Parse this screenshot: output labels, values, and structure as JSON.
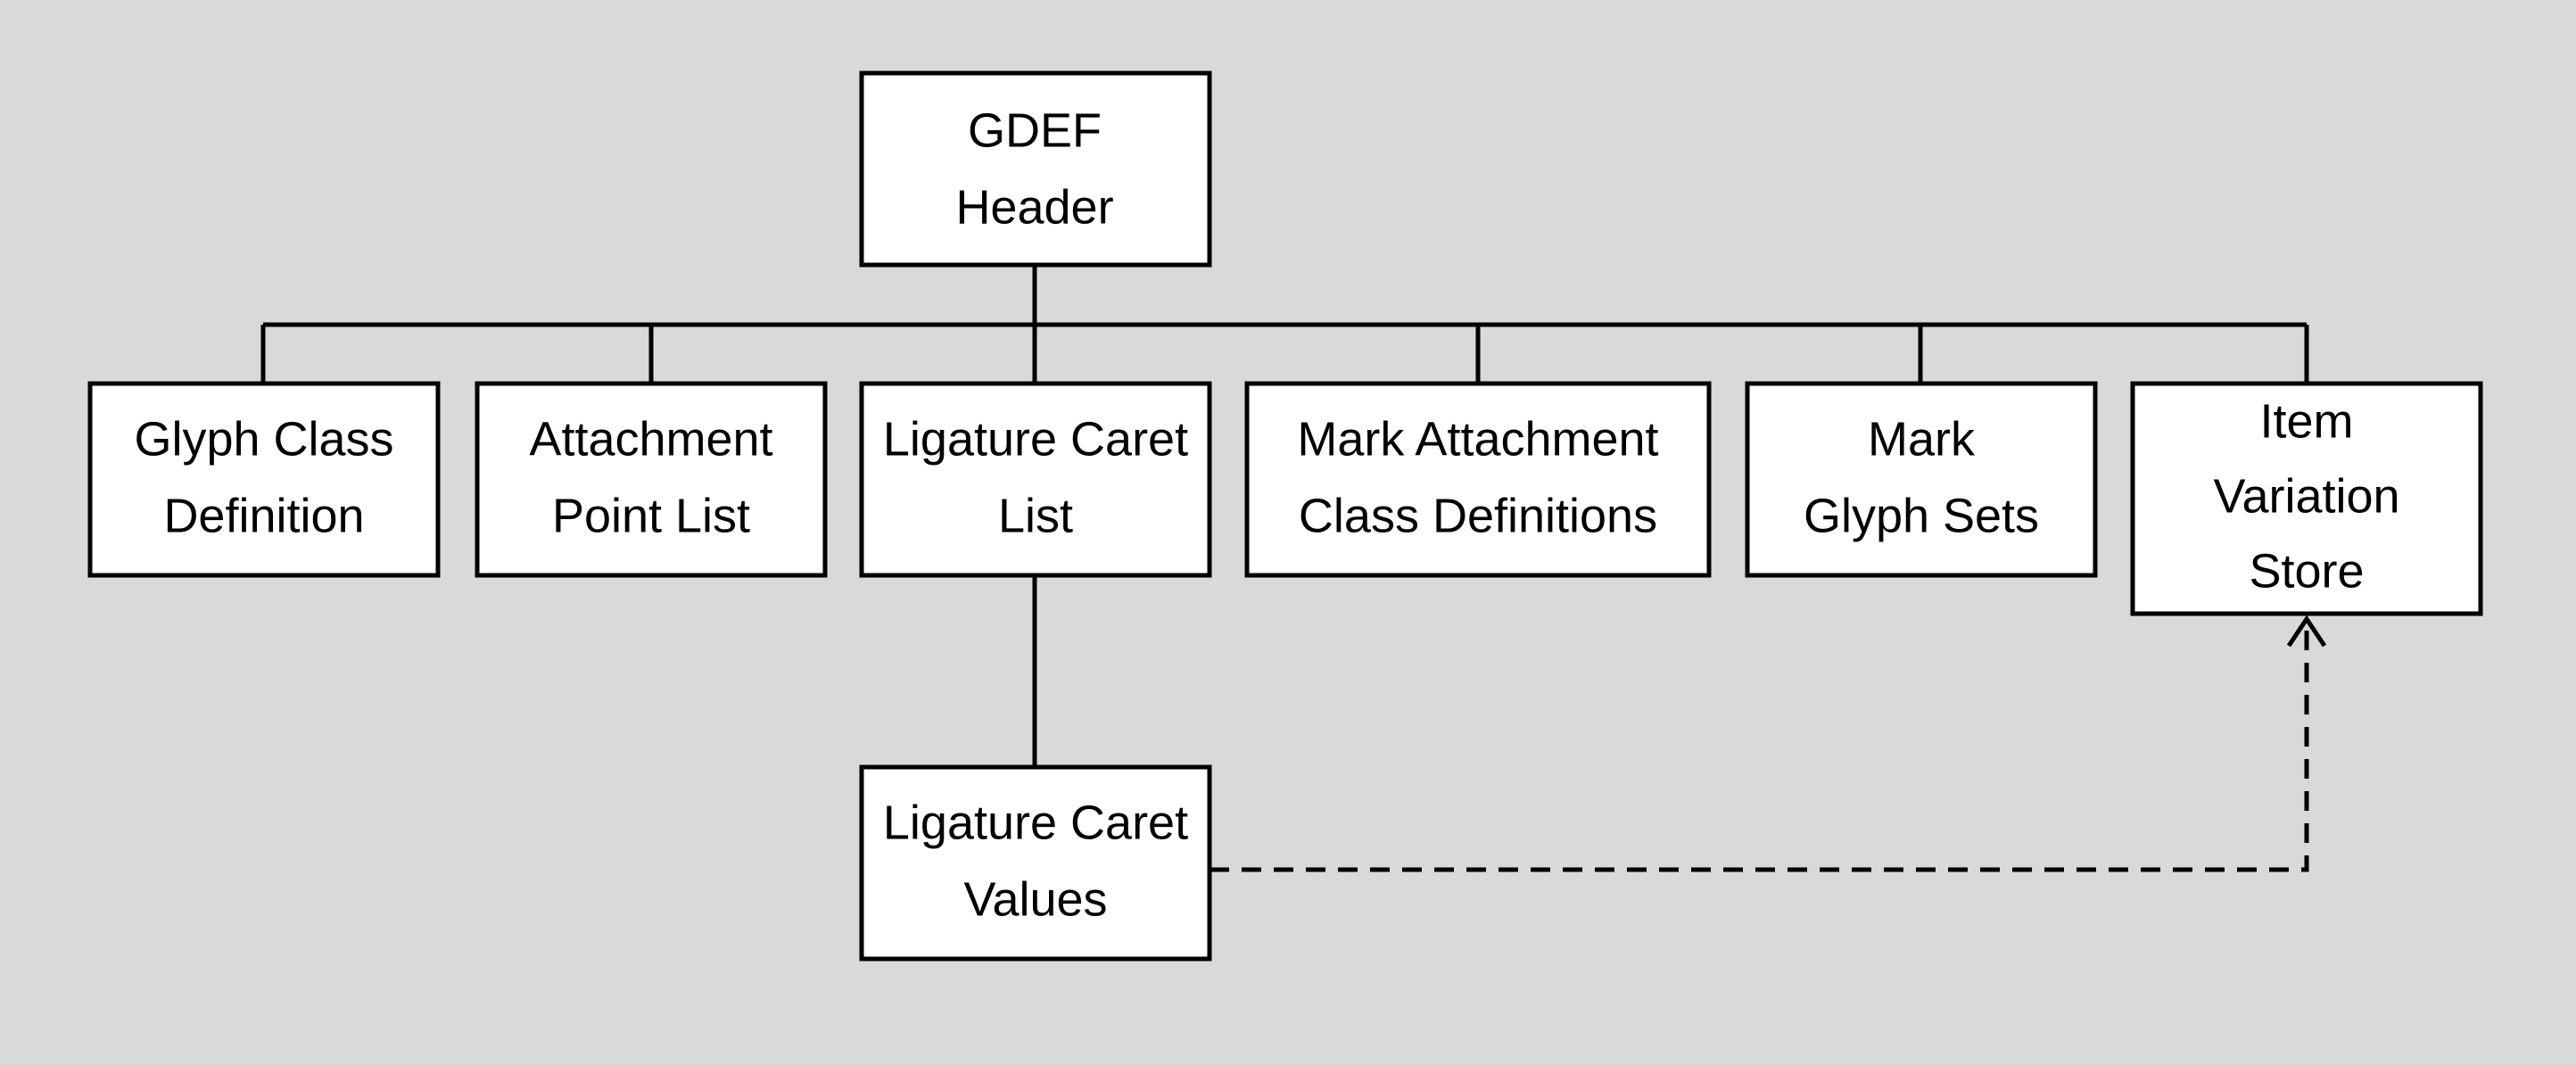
{
  "nodes": {
    "gdef_header": {
      "line1": "GDEF",
      "line2": "Header"
    },
    "glyph_class_def": {
      "line1": "Glyph Class",
      "line2": "Definition"
    },
    "attach_point_list": {
      "line1": "Attachment",
      "line2": "Point List"
    },
    "lig_caret_list": {
      "line1": "Ligature Caret",
      "line2": "List"
    },
    "mark_attach_class_defs": {
      "line1": "Mark Attachment",
      "line2": "Class Definitions"
    },
    "mark_glyph_sets": {
      "line1": "Mark",
      "line2": "Glyph Sets"
    },
    "item_var_store": {
      "line1": "Item",
      "line2": "Variation",
      "line3": "Store"
    },
    "lig_caret_values": {
      "line1": "Ligature Caret",
      "line2": "Values"
    }
  },
  "edges": [
    {
      "from": "gdef_header",
      "to": "glyph_class_def",
      "style": "solid"
    },
    {
      "from": "gdef_header",
      "to": "attach_point_list",
      "style": "solid"
    },
    {
      "from": "gdef_header",
      "to": "lig_caret_list",
      "style": "solid"
    },
    {
      "from": "gdef_header",
      "to": "mark_attach_class_defs",
      "style": "solid"
    },
    {
      "from": "gdef_header",
      "to": "mark_glyph_sets",
      "style": "solid"
    },
    {
      "from": "gdef_header",
      "to": "item_var_store",
      "style": "solid"
    },
    {
      "from": "lig_caret_list",
      "to": "lig_caret_values",
      "style": "solid"
    },
    {
      "from": "lig_caret_values",
      "to": "item_var_store",
      "style": "dashed-arrow"
    }
  ],
  "colors": {
    "background": "#d9d9d9",
    "box_fill": "#ffffff",
    "stroke": "#000000"
  }
}
